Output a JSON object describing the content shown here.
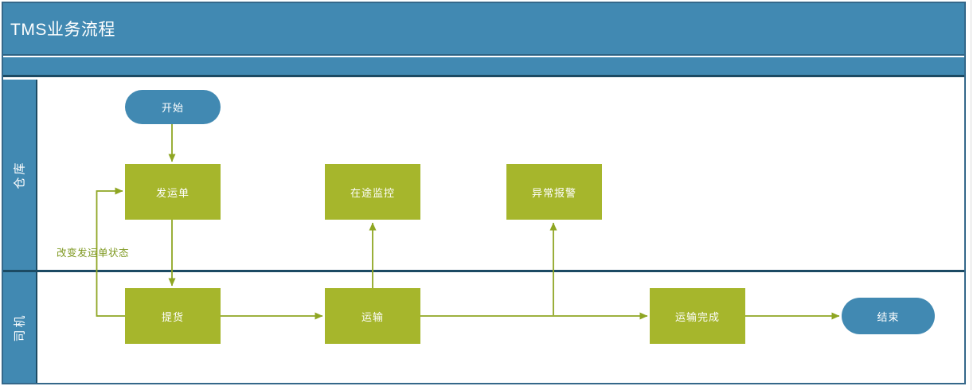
{
  "header": {
    "title": "TMS业务流程"
  },
  "lanes": [
    {
      "label": "仓库"
    },
    {
      "label": "司机"
    }
  ],
  "nodes": {
    "start": "开始",
    "shipping_order": "发运单",
    "transit_monitor": "在途监控",
    "exception_alarm": "异常报警",
    "pickup": "提货",
    "transport": "运输",
    "transport_complete": "运输完成",
    "end": "结束"
  },
  "annotations": {
    "change_status": "改变发运单状态"
  },
  "edges": [
    {
      "from": "开始",
      "to": "发运单"
    },
    {
      "from": "发运单",
      "to": "提货"
    },
    {
      "from": "提货",
      "to": "运输"
    },
    {
      "from": "运输",
      "to": "运输完成"
    },
    {
      "from": "运输完成",
      "to": "结束"
    },
    {
      "from": "运输",
      "to": "在途监控"
    },
    {
      "from": "运输",
      "to": "异常报警"
    },
    {
      "from": "提货",
      "to": "发运单",
      "label": "改变发运单状态"
    }
  ],
  "colors": {
    "lane_blue": "#4189b2",
    "process_green": "#a6b62c",
    "connector_green": "#8fa623",
    "border_dark": "#1c4a63"
  }
}
